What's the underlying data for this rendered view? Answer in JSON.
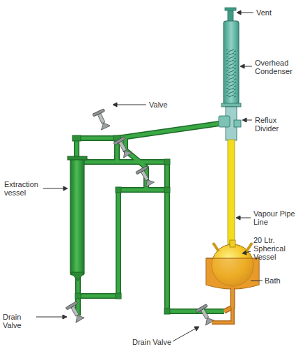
{
  "diagram": {
    "labels": [
      "Vent",
      "Overhead Condenser",
      "Reflux Divider",
      "Valve",
      "Extraction vessel",
      "Vapour Pipe Line",
      "20 Ltr. Spherical Vessel",
      "Bath",
      "Drain Valve",
      "Drain Valve"
    ]
  }
}
